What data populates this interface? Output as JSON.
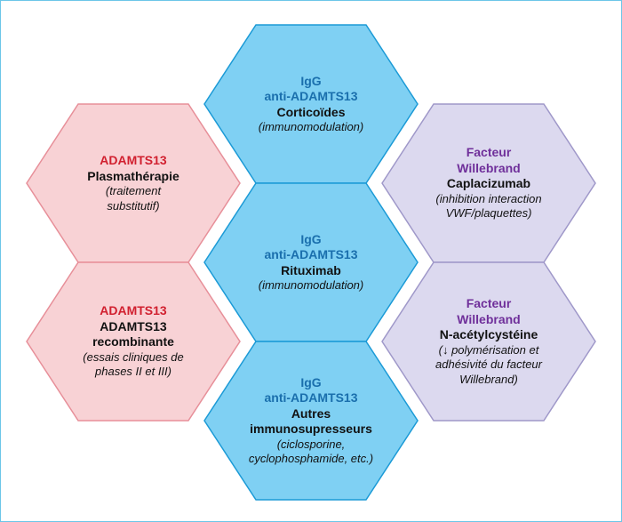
{
  "colors": {
    "border": "#6cc6e8",
    "blue_fill": "#7fd0f3",
    "blue_stroke": "#1b9ad6",
    "red_fill": "#f8d2d5",
    "red_stroke": "#e78f99",
    "purple_fill": "#dcd9ef",
    "purple_stroke": "#9f98c9",
    "red_text": "#d1202f",
    "blue_text": "#1a6fad",
    "purple_text": "#6f2f9a"
  },
  "cells": {
    "top_center": {
      "target": "IgG",
      "target2": "anti-ADAMTS13",
      "drug": "Corticoïdes",
      "note": "(immunomodulation)"
    },
    "left_upper": {
      "target": "ADAMTS13",
      "drug": "Plasmathérapie",
      "note": "(traitement",
      "note2": "substitutif)"
    },
    "center": {
      "target": "IgG",
      "target2": "anti-ADAMTS13",
      "drug": "Rituximab",
      "note": "(immunomodulation)"
    },
    "right_upper": {
      "target": "Facteur",
      "target2": "Willebrand",
      "drug": "Caplacizumab",
      "note": "(inhibition interaction",
      "note2": "VWF/plaquettes)"
    },
    "left_lower": {
      "target": "ADAMTS13",
      "drug": "ADAMTS13",
      "drug2": "recombinante",
      "note": "(essais cliniques de",
      "note2": "phases II et III)"
    },
    "right_lower": {
      "target": "Facteur",
      "target2": "Willebrand",
      "drug": "N-acétylcystéine",
      "note": "(↓ polymérisation et",
      "note2": "adhésivité du facteur",
      "note3": "Willebrand)"
    },
    "bottom_center": {
      "target": "IgG",
      "target2": "anti-ADAMTS13",
      "drug": "Autres",
      "drug2": "immunosupresseurs",
      "note": "(ciclosporine,",
      "note2": "cyclophosphamide, etc.)"
    }
  }
}
